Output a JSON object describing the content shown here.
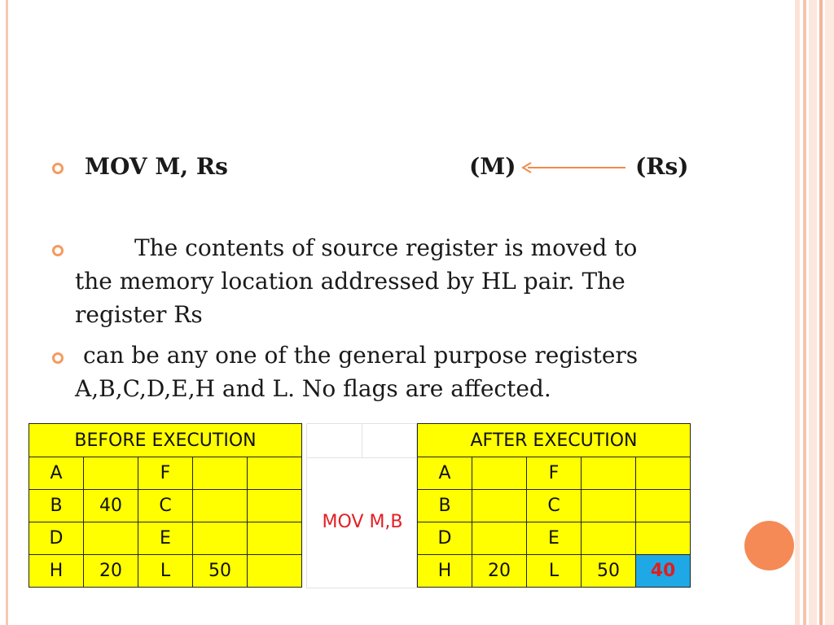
{
  "bullets": {
    "line1": {
      "instruction": "MOV  M, Rs",
      "dest": "(M)",
      "src": "(Rs)"
    },
    "para1": [
      "The contents of source register is moved to",
      "the memory location addressed by HL pair. The",
      "register Rs"
    ],
    "para2": [
      "can be any one of the general purpose registers",
      "A,B,C,D,E,H and L. No flags are affected."
    ]
  },
  "before": {
    "title": "BEFORE EXECUTION",
    "rows": [
      [
        "A",
        "",
        "F",
        "",
        ""
      ],
      [
        "B",
        "40",
        "C",
        "",
        ""
      ],
      [
        "D",
        "",
        "E",
        "",
        ""
      ],
      [
        "H",
        "20",
        "L",
        "50",
        ""
      ]
    ]
  },
  "middle": {
    "label": "MOV M,B"
  },
  "after": {
    "title": "AFTER EXECUTION",
    "rows": [
      [
        "A",
        "",
        "F",
        "",
        ""
      ],
      [
        "B",
        "",
        "C",
        "",
        ""
      ],
      [
        "D",
        "",
        "E",
        "",
        ""
      ],
      [
        "H",
        "20",
        "L",
        "50",
        "40"
      ]
    ]
  },
  "colors": {
    "accent": "#f59a5f",
    "table_fill": "#ffff00",
    "highlight_fill": "#1fa8e6",
    "highlight_text": "#e01e1e",
    "middle_label": "#e31e24"
  }
}
